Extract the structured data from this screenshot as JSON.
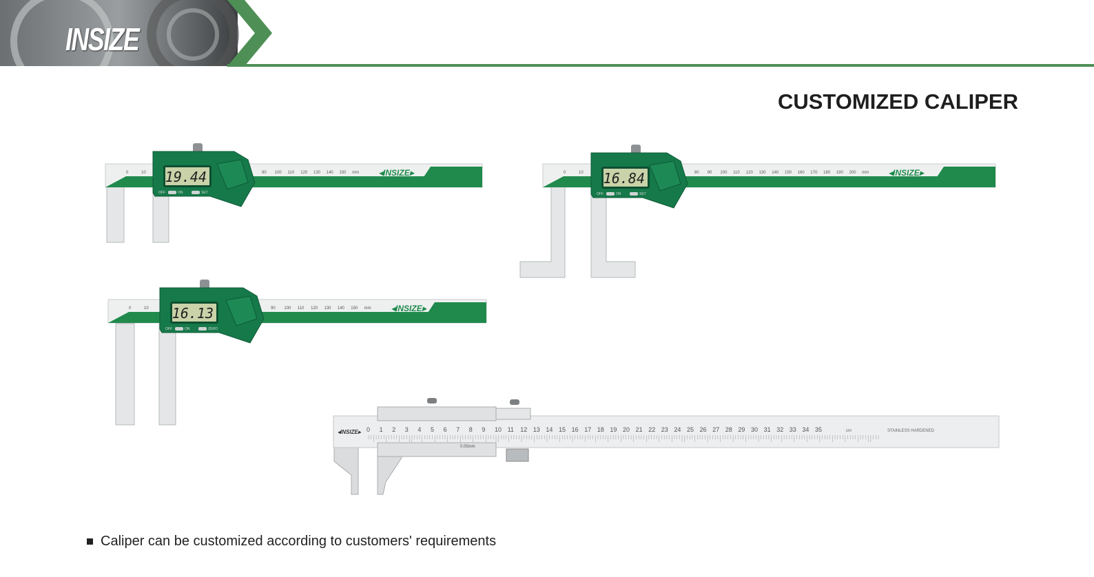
{
  "header": {
    "logo": "INSIZE",
    "accent": "#4e8f55"
  },
  "title": "CUSTOMIZED CALIPER",
  "calipers": [
    {
      "reading": "19.44",
      "brand": "INSIZE",
      "scale": [
        "0",
        "10",
        "90",
        "100",
        "110",
        "120",
        "130",
        "140",
        "150",
        "mm"
      ]
    },
    {
      "reading": "16.84",
      "brand": "INSIZE",
      "scale": [
        "0",
        "10",
        "80",
        "90",
        "100",
        "110",
        "120",
        "130",
        "140",
        "150",
        "160",
        "170",
        "180",
        "190",
        "200",
        "mm"
      ]
    },
    {
      "reading": "16.13",
      "brand": "INSIZE",
      "scale": [
        "0",
        "10",
        "90",
        "100",
        "110",
        "120",
        "130",
        "140",
        "150",
        "mm"
      ],
      "buttons": [
        "OFF",
        "ON",
        "ZERO"
      ]
    }
  ],
  "vernier": {
    "brand": "INSIZE",
    "scale": [
      "0",
      "1",
      "2",
      "3",
      "4",
      "5",
      "6",
      "7",
      "8",
      "9",
      "10",
      "11",
      "12",
      "13",
      "14",
      "15",
      "16",
      "17",
      "18",
      "19",
      "20",
      "21",
      "22",
      "23",
      "24",
      "25",
      "26",
      "27",
      "28",
      "29",
      "30",
      "31",
      "32",
      "33",
      "34",
      "35"
    ],
    "unit": "cm",
    "marking": "STAINLESS  HARDENED",
    "resolution": "0.05mm"
  },
  "bullets": [
    "Caliper can be customized according to customers' requirements"
  ]
}
